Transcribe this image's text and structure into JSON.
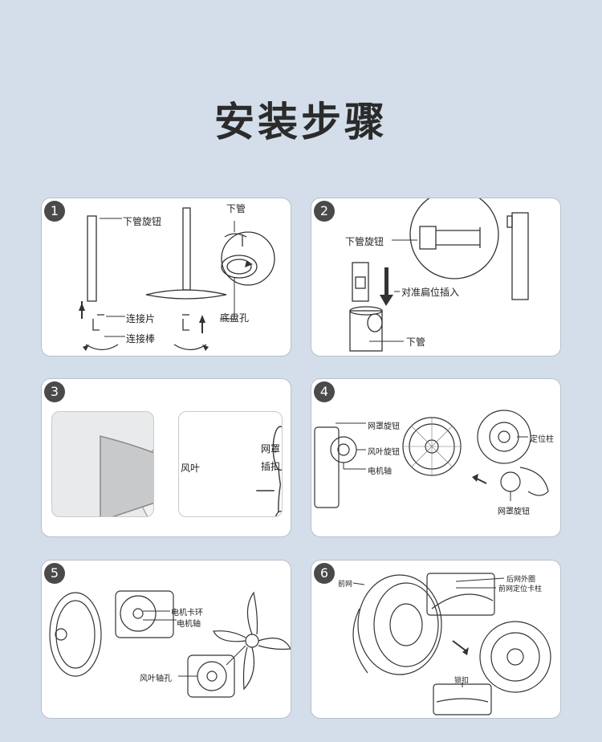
{
  "title": "安装步骤",
  "steps": [
    {
      "num": "1",
      "labels": {
        "knob": "下管旋钮",
        "lower_tube": "下管",
        "plate": "连接片",
        "rod": "连接棒",
        "base_hole": "底盘孔"
      }
    },
    {
      "num": "2",
      "labels": {
        "knob": "下管旋钮",
        "align": "对准扁位插入",
        "lower_tube": "下管"
      }
    },
    {
      "num": "3",
      "labels": {
        "guard": "网罩",
        "clip": "插扣",
        "blade": "风叶"
      }
    },
    {
      "num": "4",
      "labels": {
        "guard_knob": "网罩旋钮",
        "blade_knob": "风叶旋钮",
        "motor_shaft": "电机轴",
        "post": "定位柱",
        "guard_knob2": "网罩旋钮"
      }
    },
    {
      "num": "5",
      "labels": {
        "motor_ring": "电机卡环",
        "motor_shaft": "电机轴",
        "blade_hole": "风叶轴孔"
      }
    },
    {
      "num": "6",
      "labels": {
        "front": "前网",
        "rear_edge": "后网外圈",
        "front_post": "前网定位卡柱",
        "lock": "锁扣"
      }
    }
  ],
  "colors": {
    "background": "#d3deea",
    "card_border": "#b9c0c8",
    "badge": "#4a4a4a",
    "title": "#2b2b2b"
  }
}
